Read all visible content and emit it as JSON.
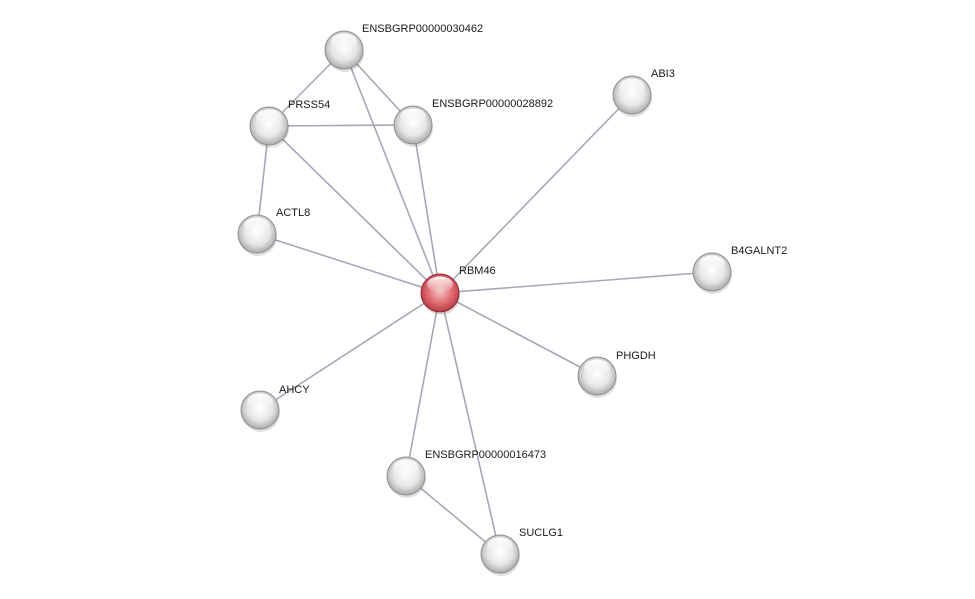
{
  "network": {
    "nodes": [
      {
        "id": "RBM46",
        "label": "RBM46",
        "query": true
      },
      {
        "id": "ENSBGRP00000030462",
        "label": "ENSBGRP00000030462",
        "query": false
      },
      {
        "id": "PRSS54",
        "label": "PRSS54",
        "query": false
      },
      {
        "id": "ENSBGRP00000028892",
        "label": "ENSBGRP00000028892",
        "query": false
      },
      {
        "id": "ABI3",
        "label": "ABI3",
        "query": false
      },
      {
        "id": "ACTL8",
        "label": "ACTL8",
        "query": false
      },
      {
        "id": "B4GALNT2",
        "label": "B4GALNT2",
        "query": false
      },
      {
        "id": "PHGDH",
        "label": "PHGDH",
        "query": false
      },
      {
        "id": "AHCY",
        "label": "AHCY",
        "query": false
      },
      {
        "id": "ENSBGRP00000016473",
        "label": "ENSBGRP00000016473",
        "query": false
      },
      {
        "id": "SUCLG1",
        "label": "SUCLG1",
        "query": false
      }
    ],
    "edges": [
      {
        "source": "ENSBGRP00000030462",
        "target": "PRSS54"
      },
      {
        "source": "ENSBGRP00000030462",
        "target": "ENSBGRP00000028892"
      },
      {
        "source": "ENSBGRP00000030462",
        "target": "RBM46"
      },
      {
        "source": "PRSS54",
        "target": "ENSBGRP00000028892"
      },
      {
        "source": "PRSS54",
        "target": "ACTL8"
      },
      {
        "source": "PRSS54",
        "target": "RBM46"
      },
      {
        "source": "ENSBGRP00000028892",
        "target": "RBM46"
      },
      {
        "source": "ABI3",
        "target": "RBM46"
      },
      {
        "source": "ACTL8",
        "target": "RBM46"
      },
      {
        "source": "B4GALNT2",
        "target": "RBM46"
      },
      {
        "source": "PHGDH",
        "target": "RBM46"
      },
      {
        "source": "AHCY",
        "target": "RBM46"
      },
      {
        "source": "ENSBGRP00000016473",
        "target": "RBM46"
      },
      {
        "source": "SUCLG1",
        "target": "RBM46"
      },
      {
        "source": "ENSBGRP00000016473",
        "target": "SUCLG1"
      }
    ],
    "colors": {
      "query_node": "#d9555b",
      "neighbor_node": "#d8d8d8",
      "edge": "#a9a6b6"
    }
  }
}
